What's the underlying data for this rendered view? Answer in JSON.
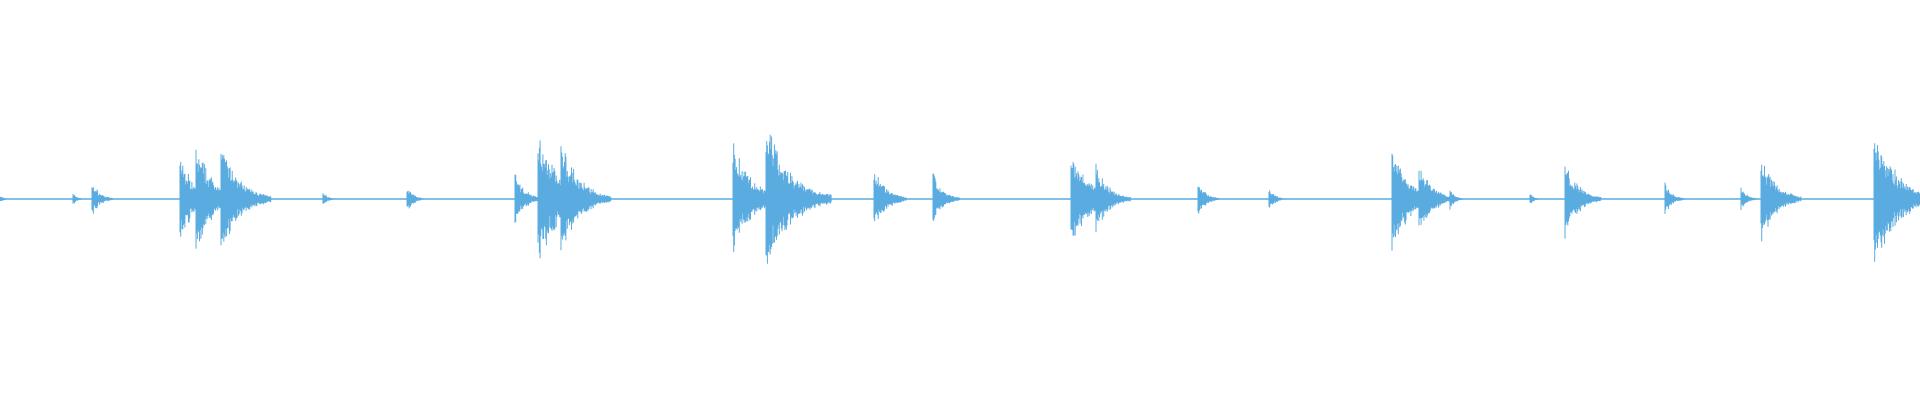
{
  "waveform": {
    "color": "#5aabe0",
    "background": "#ffffff",
    "transients": [
      {
        "time": 0.0,
        "amplitude": 0.02
      },
      {
        "time": 0.038,
        "amplitude": 0.03
      },
      {
        "time": 0.048,
        "amplitude": 0.09
      },
      {
        "time": 0.094,
        "amplitude": 0.22
      },
      {
        "time": 0.102,
        "amplitude": 0.27
      },
      {
        "time": 0.115,
        "amplitude": 0.28
      },
      {
        "time": 0.168,
        "amplitude": 0.04
      },
      {
        "time": 0.212,
        "amplitude": 0.07
      },
      {
        "time": 0.268,
        "amplitude": 0.13
      },
      {
        "time": 0.28,
        "amplitude": 0.34
      },
      {
        "time": 0.292,
        "amplitude": 0.28
      },
      {
        "time": 0.382,
        "amplitude": 0.28
      },
      {
        "time": 0.399,
        "amplitude": 0.38
      },
      {
        "time": 0.455,
        "amplitude": 0.17
      },
      {
        "time": 0.486,
        "amplitude": 0.13
      },
      {
        "time": 0.558,
        "amplitude": 0.26
      },
      {
        "time": 0.571,
        "amplitude": 0.18
      },
      {
        "time": 0.624,
        "amplitude": 0.09
      },
      {
        "time": 0.661,
        "amplitude": 0.06
      },
      {
        "time": 0.725,
        "amplitude": 0.27
      },
      {
        "time": 0.739,
        "amplitude": 0.19
      },
      {
        "time": 0.755,
        "amplitude": 0.05
      },
      {
        "time": 0.797,
        "amplitude": 0.03
      },
      {
        "time": 0.815,
        "amplitude": 0.19
      },
      {
        "time": 0.867,
        "amplitude": 0.08
      },
      {
        "time": 0.907,
        "amplitude": 0.06
      },
      {
        "time": 0.917,
        "amplitude": 0.22
      },
      {
        "time": 0.976,
        "amplitude": 0.36
      }
    ]
  }
}
